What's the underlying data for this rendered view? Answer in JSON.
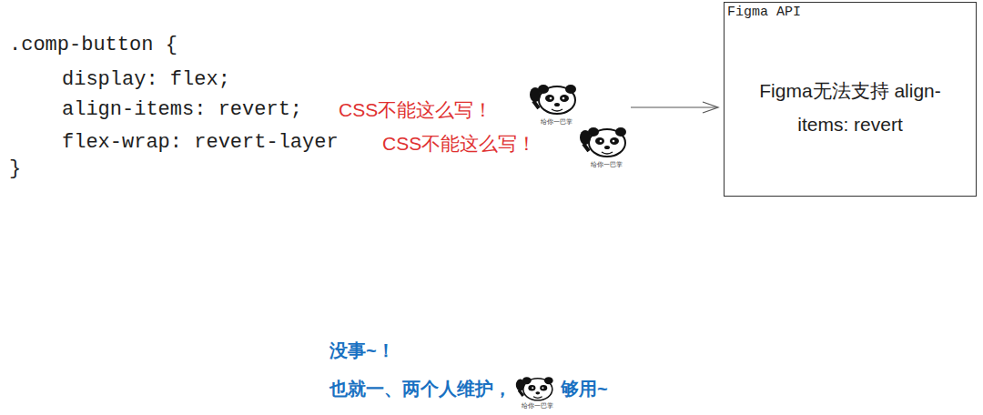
{
  "diagram": {
    "nodes": [
      {
        "text": [
          "Figma API",
          "Figma无法支持 align-items: revert"
        ]
      }
    ],
    "labels": [
      ".comp-button {",
      "display: flex;",
      "align-items: revert;",
      "CSS不能这么写！",
      "给你一巴掌",
      "flex-wrap: revert-layer",
      "CSS不能这么写！",
      "给你一巴掌",
      "}",
      "没事~！",
      "也就一、两个人维护，",
      "给你一巴掌",
      "够用~"
    ]
  }
}
